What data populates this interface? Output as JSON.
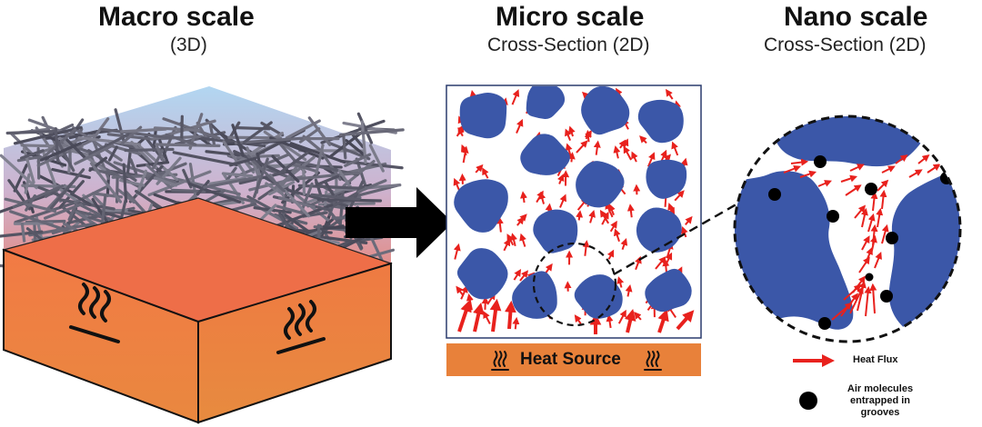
{
  "panels": {
    "macro": {
      "title": "Macro scale",
      "subtitle": "(3D)"
    },
    "micro": {
      "title": "Micro scale",
      "subtitle": "Cross-Section (2D)"
    },
    "nano": {
      "title": "Nano scale",
      "subtitle": "Cross-Section (2D)"
    }
  },
  "heat_source": {
    "label": "Heat Source",
    "icon": "heat-waves-icon"
  },
  "legend": {
    "heat_flux": {
      "label": "Heat Flux",
      "icon": "red-arrow-icon"
    },
    "air": {
      "line1": "Air molecules",
      "line2": "entrapped in",
      "line3": "grooves",
      "icon": "black-dot-icon"
    }
  },
  "colors": {
    "fiber_blue": "#3b57a8",
    "flux_red": "#e8211d",
    "heat_orange": "#e8813a",
    "top_glow": "#9ec8ea",
    "bottom_glow": "#f0674a"
  }
}
